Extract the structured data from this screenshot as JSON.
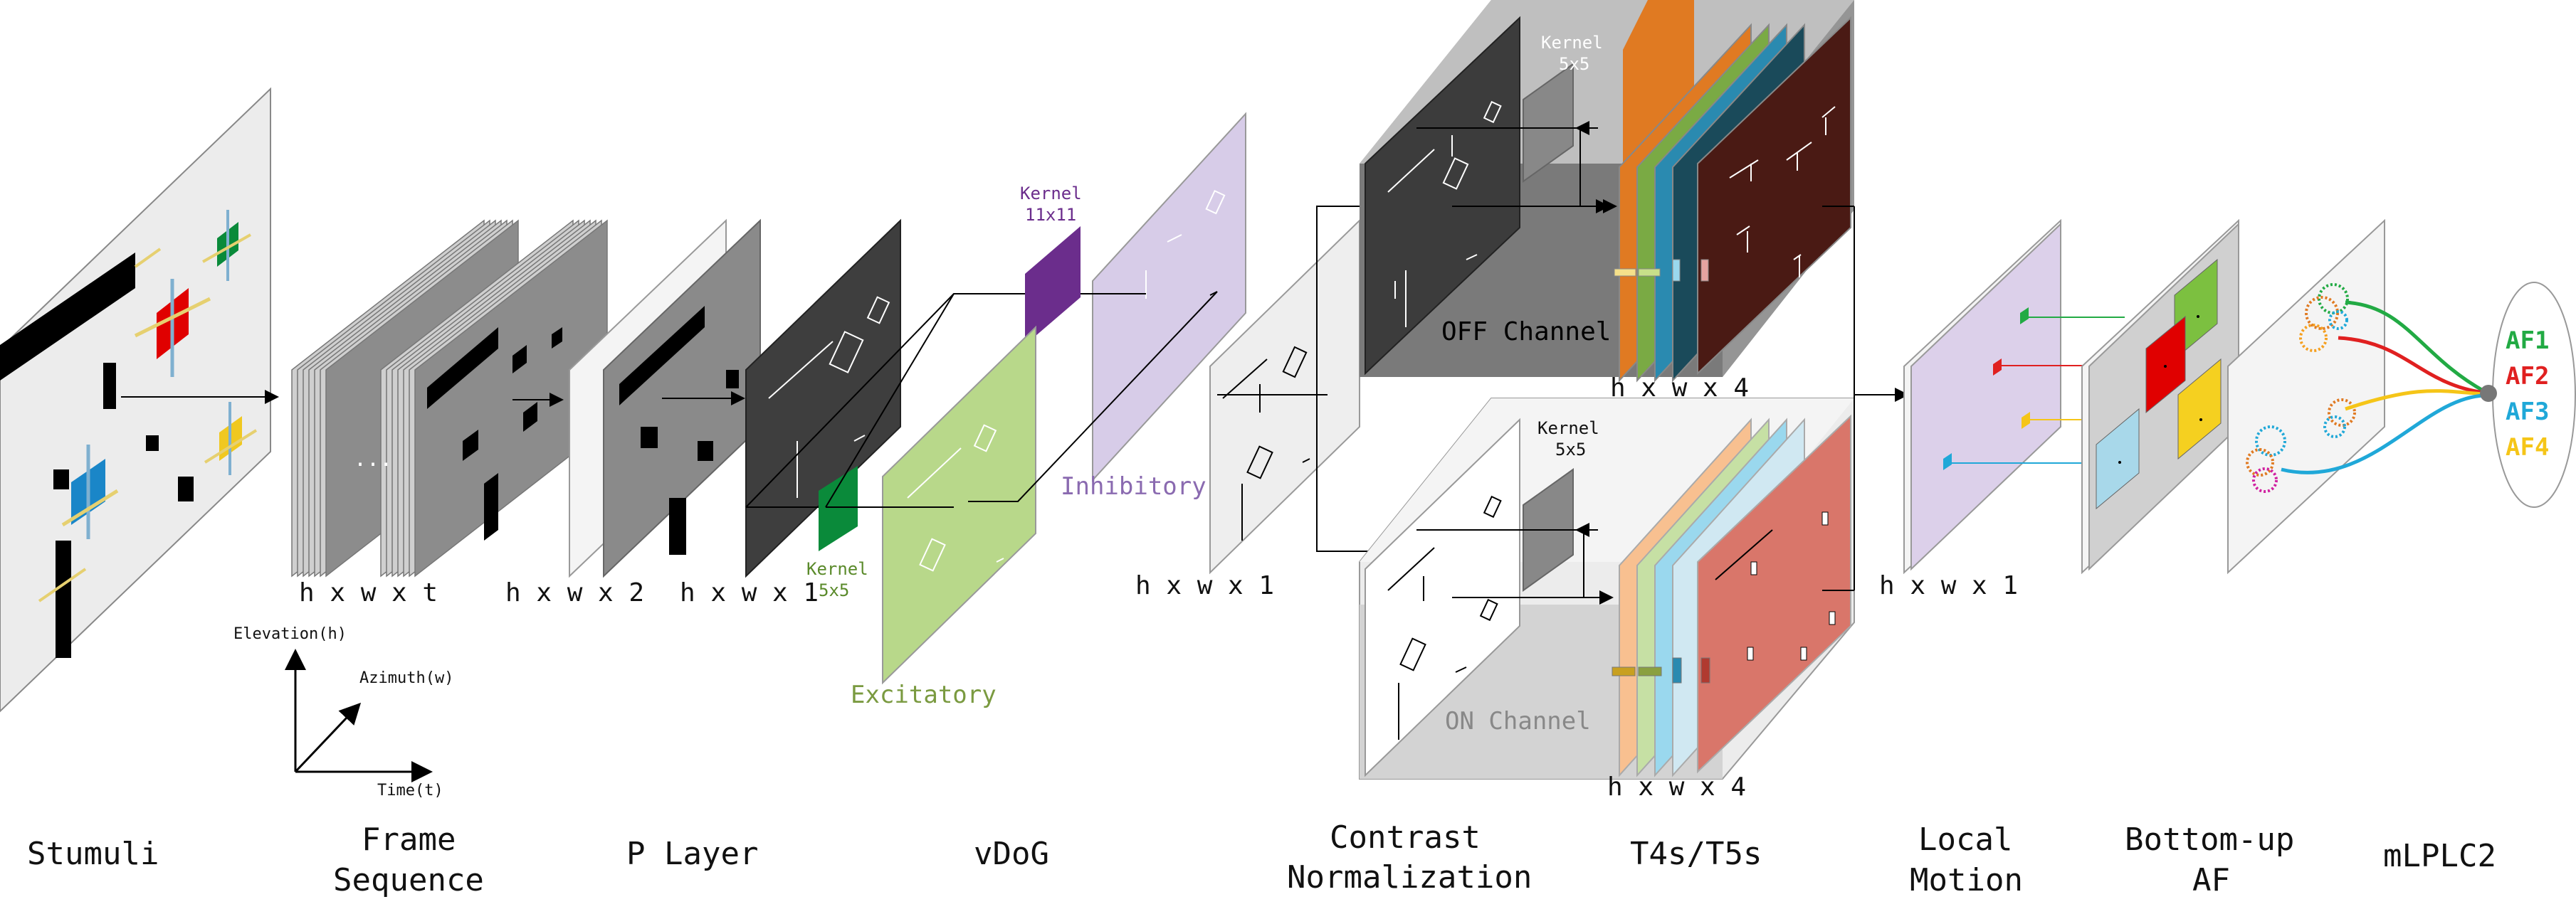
{
  "stages": {
    "stimuli": "Stumuli",
    "frame_l1": "Frame",
    "frame_l2": "Sequence",
    "p_layer": "P Layer",
    "vdog": "vDoG",
    "cn_l1": "Contrast",
    "cn_l2": "Normalization",
    "t4t5": "T4s/T5s",
    "lm_l1": "Local",
    "lm_l2": "Motion",
    "bu_l1": "Bottom-up",
    "bu_l2": "AF",
    "mlplc2": "mLPLC2"
  },
  "dims": {
    "hwt": "h x w x t",
    "hw2": "h x w x 2",
    "hw1_a": "h x w x 1",
    "hw1_b": "h x w x 1",
    "hw4_off": "h x w x 4",
    "hw4_on": "h x w x 4",
    "hw1_c": "h x w x 1"
  },
  "axes": {
    "elevation": "Elevation(h)",
    "azimuth": "Azimuth(w)",
    "time": "Time(t)"
  },
  "labels": {
    "dots": "...",
    "kernel_5x5_a_l1": "Kernel",
    "kernel_5x5_a_l2": "5x5",
    "kernel_11_l1": "Kernel",
    "kernel_11_l2": "11x11",
    "inhibitory": "Inhibitory",
    "excitatory": "Excitatory",
    "kernel_off_l1": "Kernel",
    "kernel_off_l2": "5x5",
    "off_channel": "OFF Channel",
    "kernel_on_l1": "Kernel",
    "kernel_on_l2": "5x5",
    "on_channel": "ON Channel",
    "af1": "AF1",
    "af2": "AF2",
    "af3": "AF3",
    "af4": "AF4"
  },
  "colors": {
    "af1": "#22aa44",
    "af2": "#e02020",
    "af3": "#20a8d8",
    "af4": "#f5c518",
    "purple": "#6b2d8c",
    "green": "#0a8a3a",
    "lavender": "#cfc2e0",
    "light_green": "#b8d88a",
    "salmon": "#d9766a",
    "dark_red": "#4a1a14"
  }
}
